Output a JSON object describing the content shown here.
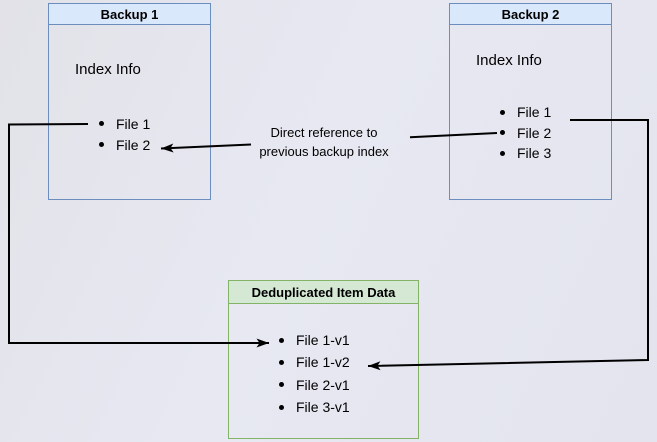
{
  "colors": {
    "background_left": "#e2e2e8",
    "background_right": "#e3e4ee",
    "blue_fill": "#dae8fc",
    "blue_border": "#6c8ebf",
    "green_fill": "#d5e8d4",
    "green_border": "#82b366",
    "arrow": "#000000",
    "text": "#000000"
  },
  "backup1": {
    "title": "Backup 1",
    "index_label": "Index Info",
    "items": [
      "File 1",
      "File 2"
    ]
  },
  "backup2": {
    "title": "Backup 2",
    "index_label": "Index Info",
    "items": [
      "File 1",
      "File 2",
      "File 3"
    ]
  },
  "dedup": {
    "title": "Deduplicated Item Data",
    "items": [
      "File 1-v1",
      "File 1-v2",
      "File 2-v1",
      "File 3-v1"
    ]
  },
  "annotation": {
    "line1": "Direct reference to",
    "line2": "previous backup index"
  }
}
